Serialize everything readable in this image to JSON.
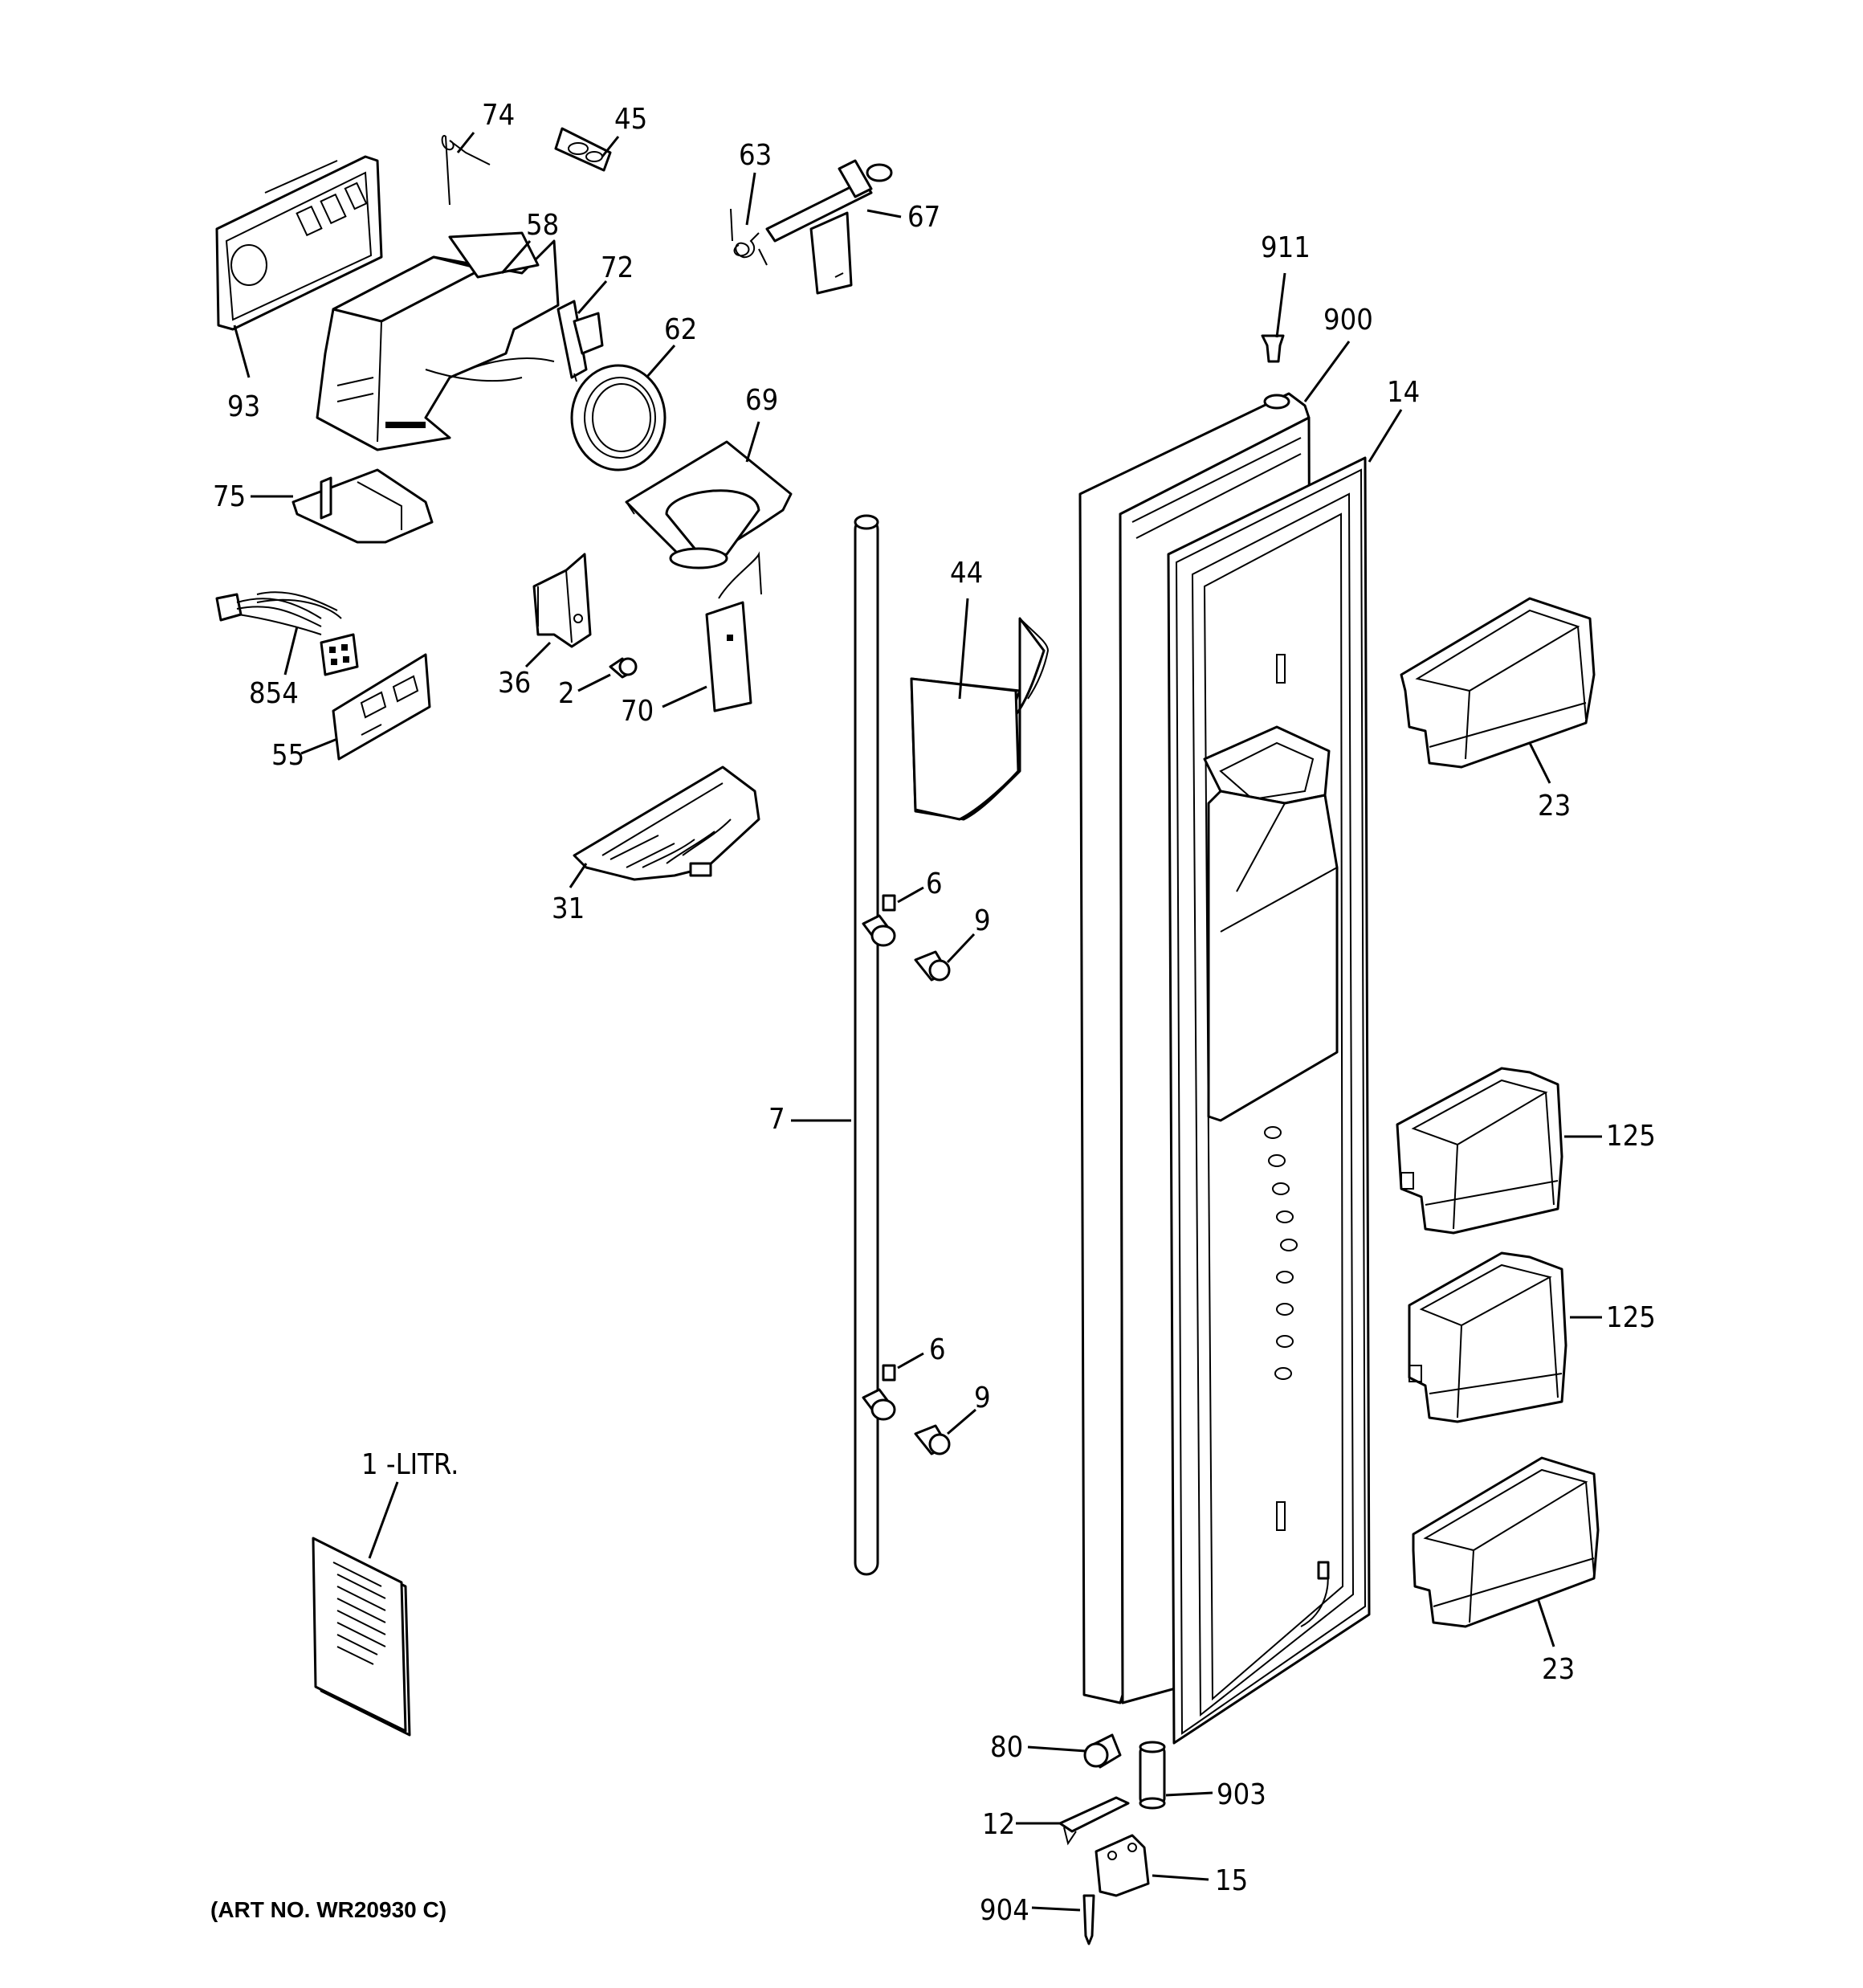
{
  "labels": {
    "p74": "74",
    "p45": "45",
    "p63": "63",
    "p67": "67",
    "p58": "58",
    "p72": "72",
    "p62": "62",
    "p93": "93",
    "p69": "69",
    "p911": "911",
    "p900": "900",
    "p14": "14",
    "p75": "75",
    "p44": "44",
    "p854": "854",
    "p36": "36",
    "p2": "2",
    "p70": "70",
    "p55": "55",
    "p23a": "23",
    "p31": "31",
    "p6a": "6",
    "p9a": "9",
    "p7": "7",
    "p125a": "125",
    "p125b": "125",
    "p6b": "6",
    "p9b": "9",
    "p1": "1 -LITR.",
    "p23b": "23",
    "p80": "80",
    "p903": "903",
    "p12": "12",
    "p15": "15",
    "p904": "904"
  },
  "art_number": "(ART NO. WR20930 C)"
}
